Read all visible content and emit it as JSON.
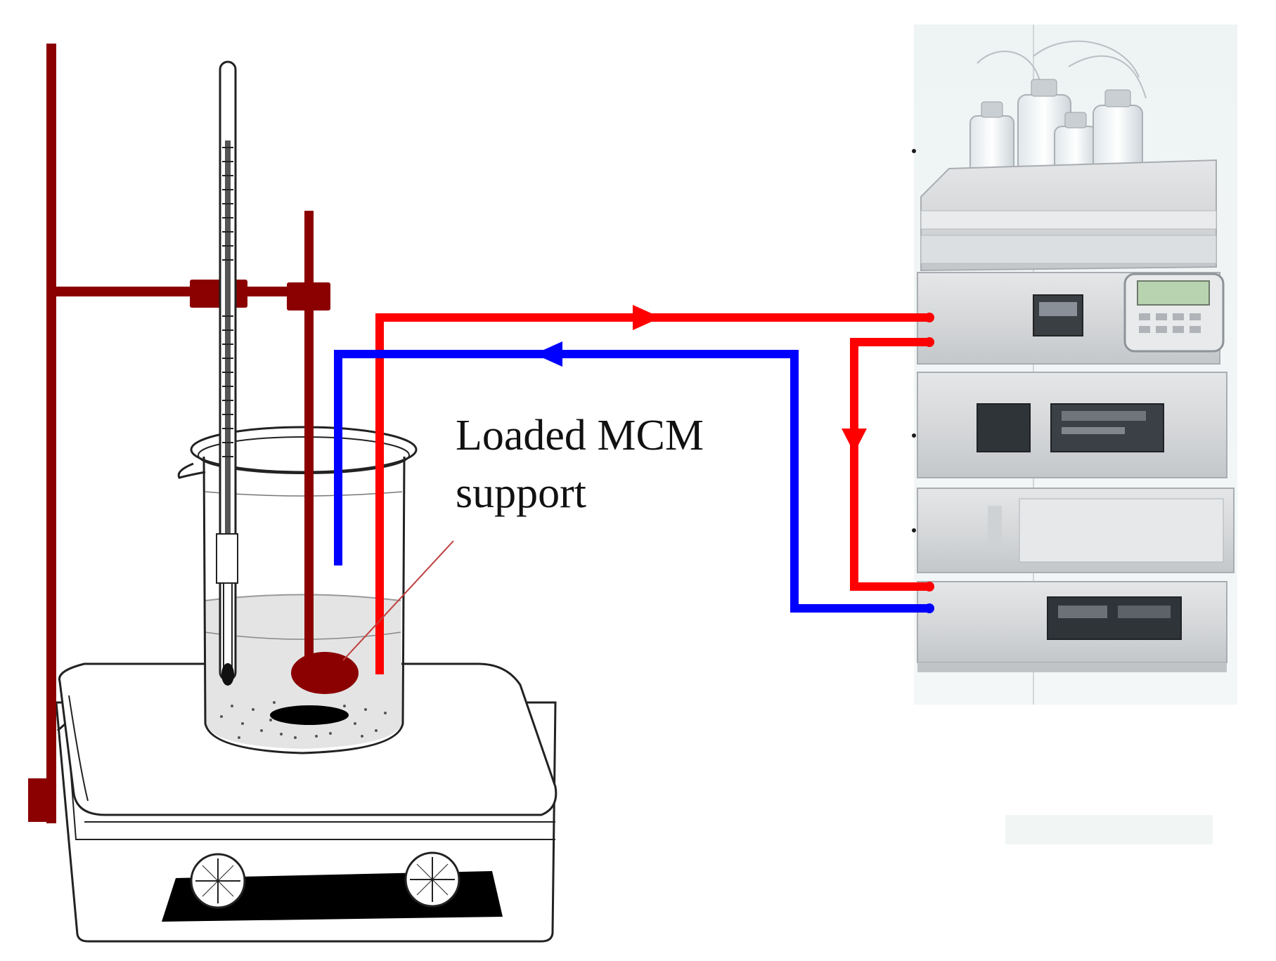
{
  "annotation": {
    "line1": "Loaded MCM",
    "line2": "support"
  },
  "colors": {
    "stand": "#8b0000",
    "inflow_tube": "#ff0000",
    "return_tube": "#0000ff",
    "hplc_body": "#d8dadc",
    "hplc_panel": "#c7cacc",
    "background": "#ffffff"
  },
  "components": {
    "retort_stand": "retort-stand",
    "thermometer": "thermometer",
    "beaker": "beaker",
    "hot_plate_stirrer": "hot-plate-magnetic-stirrer",
    "sample_holder": "loaded-mcm-support",
    "hplc_system": "hplc-instrument-stack"
  }
}
